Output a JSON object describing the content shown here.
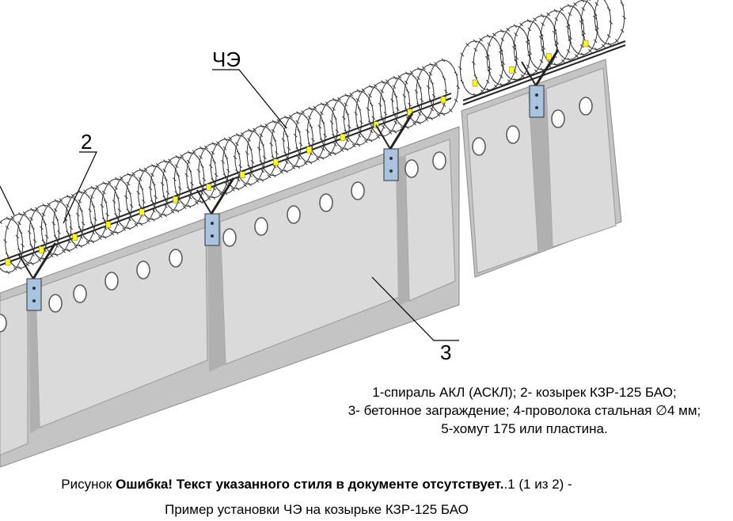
{
  "callouts": {
    "che": "ЧЭ",
    "two": "2",
    "three": "3"
  },
  "legend": {
    "line1": "1-спираль АКЛ (АСКЛ); 2- козырек КЗР-125 БАО;",
    "line2_pre": "3- бетонное заграждение; 4-проволока стальная ",
    "line2_sym": "∅",
    "line2_post": "4 мм;",
    "line3": "5-хомут 175 или пластина."
  },
  "caption": {
    "prefix": "Рисунок ",
    "error": "Ошибка! Текст указанного стиля в документе отсутствует.",
    "suffix": ".1 (1 из 2) -",
    "title": "Пример установки ЧЭ на козырьке КЗР-125 БАО"
  },
  "colors": {
    "panel": "#d8d8d8",
    "panel_edge": "#a8a8a8",
    "bracket": "#a8c4e0",
    "marker": "#ffff00"
  }
}
